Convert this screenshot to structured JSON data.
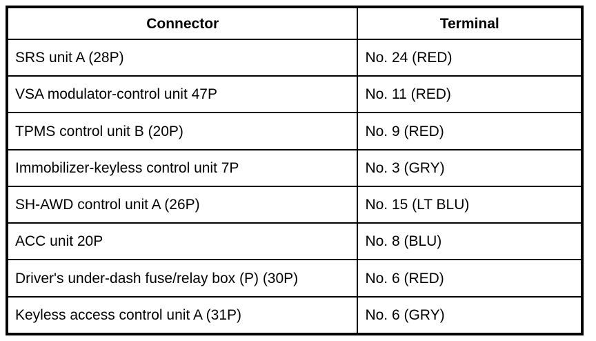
{
  "table": {
    "title": "connector-terminal-lookup",
    "columns": {
      "connector": "Connector",
      "terminal": "Terminal"
    },
    "rows": [
      {
        "connector": "SRS unit A (28P)",
        "terminal": "No. 24 (RED)"
      },
      {
        "connector": "VSA modulator-control unit 47P",
        "terminal": "No. 11 (RED)"
      },
      {
        "connector": "TPMS control unit B (20P)",
        "terminal": "No. 9 (RED)"
      },
      {
        "connector": "Immobilizer-keyless control unit 7P",
        "terminal": "No. 3 (GRY)"
      },
      {
        "connector": "SH-AWD control unit A (26P)",
        "terminal": "No. 15 (LT BLU)"
      },
      {
        "connector": "ACC unit 20P",
        "terminal": "No. 8 (BLU)"
      },
      {
        "connector": "Driver's under-dash fuse/relay box (P) (30P)",
        "terminal": "No. 6 (RED)"
      },
      {
        "connector": "Keyless access control unit A (31P)",
        "terminal": "No. 6 (GRY)"
      }
    ],
    "colors": {
      "border": "#000000",
      "text": "#000000",
      "background": "#ffffff"
    }
  }
}
